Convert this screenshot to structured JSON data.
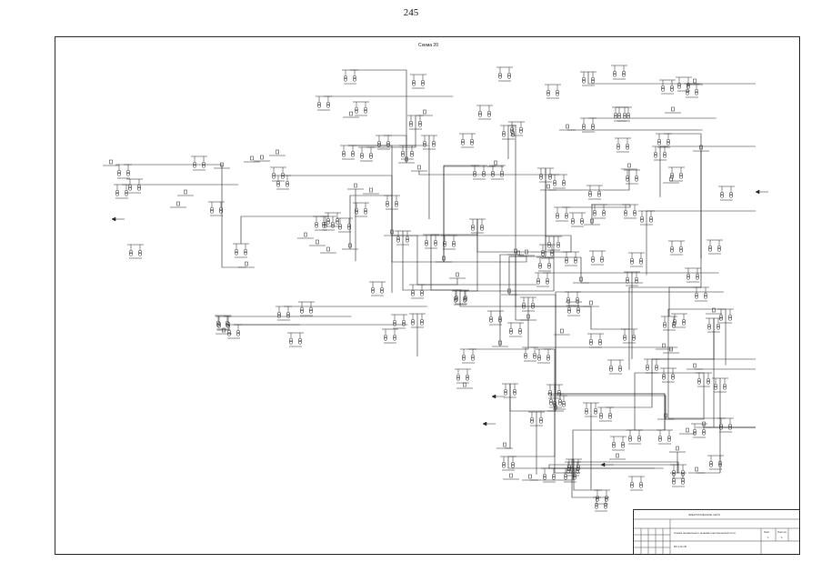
{
  "page": {
    "number": "245"
  },
  "scheme": {
    "title": "Схема 20"
  },
  "title_block": {
    "header": "ЭЛЕКТРИЧЕСКИЕ СЕТИ",
    "line_1": "Схема нормального режима электрической сети",
    "line_2": "ВЛ 110 кВ",
    "cols": [
      "Лист",
      "Листов"
    ],
    "sheet": "1",
    "sheets": "1"
  },
  "colors": {
    "line": "#222222",
    "paper": "#ffffff"
  }
}
